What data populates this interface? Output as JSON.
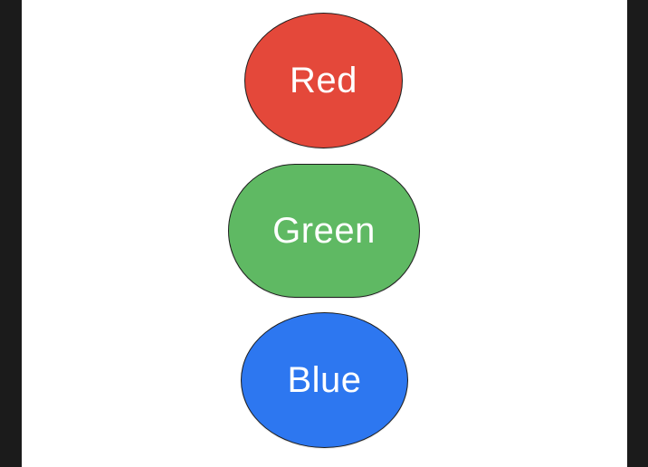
{
  "diagram": {
    "background": "#ffffff",
    "letterbox_color": "#1b1b1b",
    "node_border_color": "#1d1d1d",
    "label_color": "#ffffff",
    "nodes": [
      {
        "label": "Red",
        "fill": "#e4483a",
        "shape": "ellipse"
      },
      {
        "label": "Green",
        "fill": "#5fb963",
        "shape": "stadium"
      },
      {
        "label": "Blue",
        "fill": "#2d77f0",
        "shape": "ellipse"
      }
    ]
  }
}
